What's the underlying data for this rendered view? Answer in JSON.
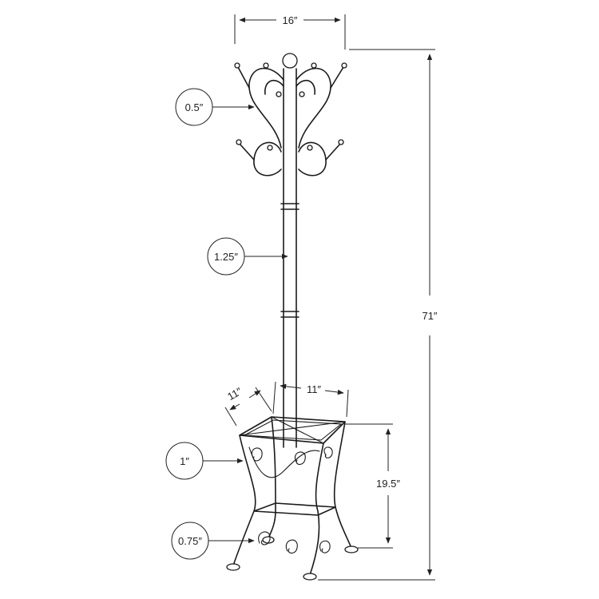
{
  "dimensions": {
    "hook_span": "16″",
    "total_height": "71″",
    "base_depth": "11″",
    "base_width": "11″",
    "stand_height": "19.5″"
  },
  "callouts": {
    "hook_diameter": "0.5″",
    "pole_diameter": "1.25″",
    "frame_tube": "1″",
    "foot_tube": "0.75″"
  }
}
